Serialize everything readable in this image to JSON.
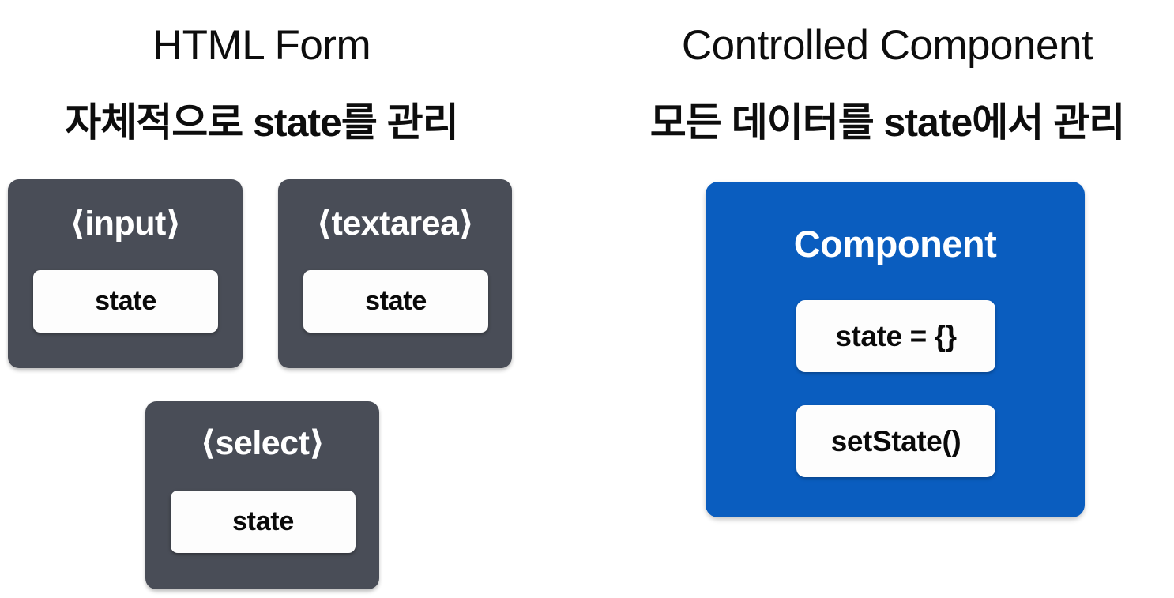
{
  "slide": {
    "background_color": "#ffffff",
    "accent_blue": "#0A5DBF",
    "card_dark": "#494D57",
    "chip_white": "#fdfdfd",
    "text_dark": "#0d0d0d"
  },
  "left_column": {
    "title": "HTML Form",
    "subtitle": "자체적으로 state를 관리",
    "cards": [
      {
        "label": "⟨input⟩",
        "chip": "state"
      },
      {
        "label": "⟨textarea⟩",
        "chip": "state"
      },
      {
        "label": "⟨select⟩",
        "chip": "state"
      }
    ]
  },
  "right_column": {
    "title": "Controlled Component",
    "subtitle": "모든 데이터를 state에서 관리",
    "component_card": {
      "title": "Component",
      "chips": [
        {
          "label": "state = {}"
        },
        {
          "label": "setState()"
        }
      ]
    }
  }
}
